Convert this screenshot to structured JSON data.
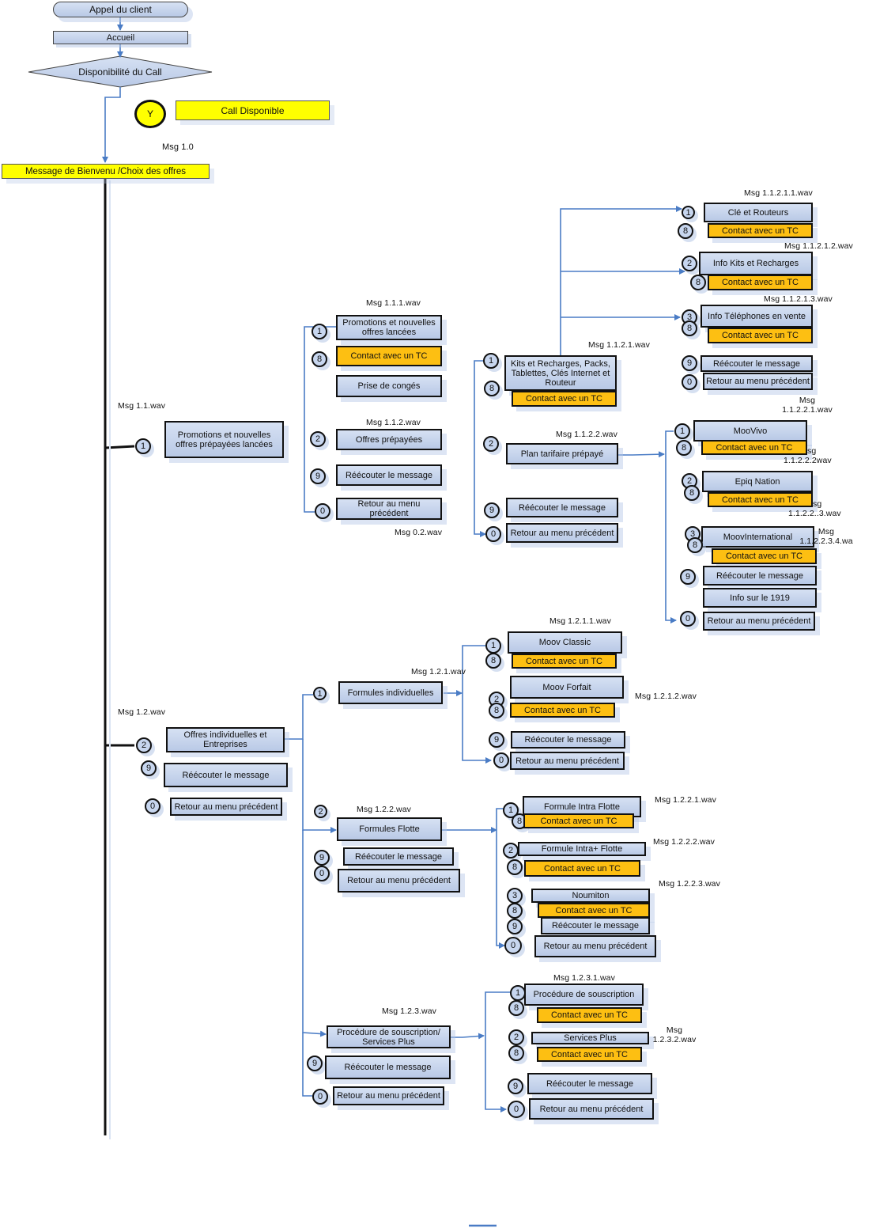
{
  "flow": {
    "start": "Appel du client",
    "accueil": "Accueil",
    "decision": "Disponibilité du Call",
    "yes_badge": "Y",
    "yes_label": "Call Disponible",
    "msg_welcome": "Msg 1.0",
    "welcome": "Message de Bienvenu /Choix des offres"
  },
  "common": {
    "contact": "Contact avec un TC",
    "replay": "Réécouter le message",
    "back": "Retour au menu précédent"
  },
  "keys": {
    "k0": "0",
    "k1": "1",
    "k2": "2",
    "k3": "3",
    "k8": "8",
    "k9": "9"
  },
  "branch1": {
    "msg": "Msg  1.1.wav",
    "label": "Promotions et nouvelles offres prépayées lancées",
    "menu": {
      "msg_111": "Msg  1.1.1.wav",
      "promo": "Promotions et nouvelles offres lancées",
      "conges": "Prise de congés",
      "msg_112": "Msg  1.1.2.wav",
      "prepaid": "Offres prépayées",
      "msg_02": "Msg  0.2.wav"
    },
    "prepaid_menu": {
      "msg_1121": "Msg  1.1.2.1.wav",
      "kits": "Kits et Recharges, Packs, Tablettes, Clés Internet et Routeur",
      "msg_1122": "Msg  1.1.2.2.wav",
      "plan": "Plan tarifaire prépayé"
    },
    "kits_menu": {
      "msg_11211": "Msg  1.1.2.1.1.wav",
      "cle": "Clé et Routeurs",
      "msg_11212": "Msg  1.1.2.1.2.wav",
      "info_kits": "Info Kits et Recharges",
      "msg_11213": "Msg  1.1.2.1.3.wav",
      "info_tel": "Info Téléphones en vente"
    },
    "plan_menu": {
      "msg_11221": "Msg 1.1.2.2.1.wav",
      "moovivo": "MooVivo",
      "msg_11222": "1.1.2.2.2wav",
      "msg_11222_prefix": "sg",
      "epiq": "Epiq Nation",
      "msg_11223": "1.1.2.2..3.wav",
      "msg_11223_prefix": "sg",
      "moovintl": "MoovInternational",
      "msg_112234": "Msg 1.1.2.2.3.4.wa",
      "info1919": "Info sur le 1919"
    }
  },
  "branch2": {
    "msg": "Msg  1.2.wav",
    "label": "Offres individuelles et Entreprises",
    "menu": {
      "msg_121": "Msg 1.2.1.wav",
      "indiv": "Formules individuelles",
      "msg_122": "Msg 1.2.2.wav",
      "flotte": "Formules Flotte",
      "msg_123": "Msg 1.2.3.wav",
      "souscription": "Procédure de souscription/ Services Plus"
    },
    "indiv_menu": {
      "msg_1211": "Msg 1.2.1.1.wav",
      "classic": "Moov Classic",
      "forfait": "Moov Forfait",
      "msg_1212": "Msg 1.2.1.2.wav"
    },
    "flotte_menu": {
      "msg_1221": "Msg 1.2.2.1.wav",
      "intra": "Formule Intra Flotte",
      "msg_1222": "Msg 1.2.2.2.wav",
      "intraplus": "Formule Intra+ Flotte",
      "msg_1223": "Msg 1.2.2.3.wav",
      "noumiton": "Noumiton"
    },
    "souscription_menu": {
      "msg_1231": "Msg 1.2.3.1.wav",
      "proc": "Procédure de souscription",
      "msg_1232": "Msg 1.2.3.2.wav",
      "services": "Services Plus"
    }
  },
  "colors": {
    "box_fill": "#c7d6ef",
    "contact_fill": "#fdbf12",
    "highlight_fill": "#ffff00",
    "connector": "#4a7cc5",
    "border": "#111111"
  }
}
